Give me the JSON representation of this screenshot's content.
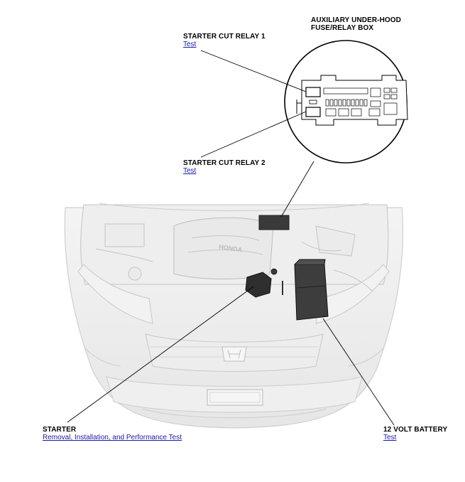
{
  "callouts": {
    "aux_box": {
      "title_line1": "AUXILIARY UNDER-HOOD",
      "title_line2": "FUSE/RELAY BOX"
    },
    "relay1": {
      "title": "STARTER CUT RELAY 1",
      "link": "Test"
    },
    "relay2": {
      "title": "STARTER CUT RELAY 2",
      "link": "Test"
    },
    "starter": {
      "title": "STARTER",
      "link": "Removal, Installation, and Performance Test"
    },
    "battery": {
      "title": "12 VOLT BATTERY",
      "link": "Test"
    }
  },
  "colors": {
    "link": "#1a1aa6",
    "leader": "#000000",
    "body_outline": "#c8c8c8"
  },
  "illustration": {
    "emblem_text": "HONDA"
  }
}
